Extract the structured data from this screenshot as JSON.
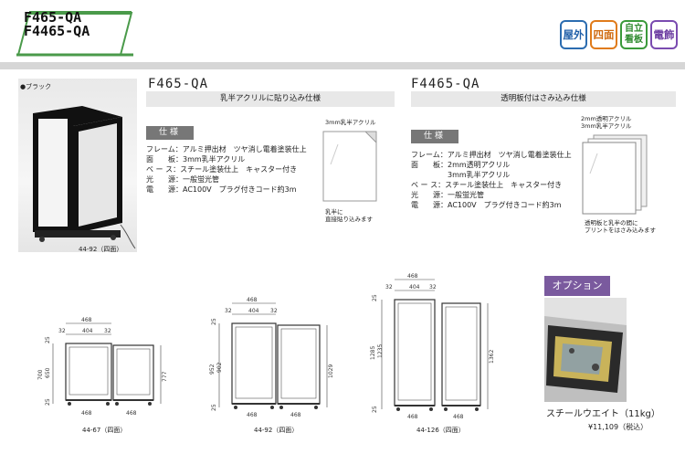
{
  "header": {
    "models": [
      "F465-QA",
      "F4465-QA"
    ],
    "badges": [
      {
        "label": "屋外",
        "color": "#2b6cb0"
      },
      {
        "label": "四面",
        "color": "#e07b1a"
      },
      {
        "label": "自立看板",
        "color": "#3a9a3a"
      },
      {
        "label": "電飾",
        "color": "#7a4bb0"
      }
    ]
  },
  "photo": {
    "color_label": "●ブラック",
    "caption": "44-92（四面）"
  },
  "f465": {
    "title": "F465-QA",
    "subtitle": "乳半アクリルに貼り込み仕様",
    "spec_tag": "仕様",
    "specs": [
      "フレーム：アルミ押出材　ツヤ消し電着塗装仕上",
      "面　　板：3mm乳半アクリル",
      "ベ ー ス：スチール塗装仕上　キャスター付き",
      "光　　源：一般蛍光管",
      "電　　源：AC100V　プラグ付きコード約3m"
    ],
    "panel_label": "3mm乳半アクリル",
    "panel_note": [
      "乳半に",
      "直接貼り込みます"
    ]
  },
  "f4465": {
    "title": "F4465-QA",
    "subtitle": "透明板付はさみ込み仕様",
    "spec_tag": "仕様",
    "specs": [
      "フレーム：アルミ押出材　ツヤ消し電着塗装仕上",
      "面　　板：2mm透明アクリル",
      "　　　　　3mm乳半アクリル",
      "ベ ー ス：スチール塗装仕上　キャスター付き",
      "光　　源：一般蛍光管",
      "電　　源：AC100V　プラグ付きコード約3m"
    ],
    "panel_labels": [
      "2mm透明アクリル",
      "3mm乳半アクリル"
    ],
    "panel_note": [
      "透明板と乳半の間に",
      "プリントをはさみ込みます"
    ]
  },
  "drawings": [
    {
      "caption": "44-67（四面）",
      "top_dims": [
        "468",
        "32",
        "404",
        "32"
      ],
      "side_dims": [
        "700",
        "650",
        "25",
        "25"
      ],
      "bottom_dims": [
        "468",
        "468"
      ],
      "right_dim": "777"
    },
    {
      "caption": "44-92（四面）",
      "top_dims": [
        "468",
        "32",
        "404",
        "32"
      ],
      "side_dims": [
        "952",
        "902",
        "25",
        "25"
      ],
      "bottom_dims": [
        "468",
        "468"
      ],
      "right_dim": "1029"
    },
    {
      "caption": "44-126（四面）",
      "top_dims": [
        "468",
        "32",
        "404",
        "32"
      ],
      "side_dims": [
        "1285",
        "1235",
        "25",
        "25"
      ],
      "bottom_dims": [
        "468",
        "468"
      ],
      "right_dim": "1362"
    }
  ],
  "option": {
    "heading": "オプション",
    "name": "スチールウエイト（11kg）",
    "price": "¥11,109（税込）"
  }
}
